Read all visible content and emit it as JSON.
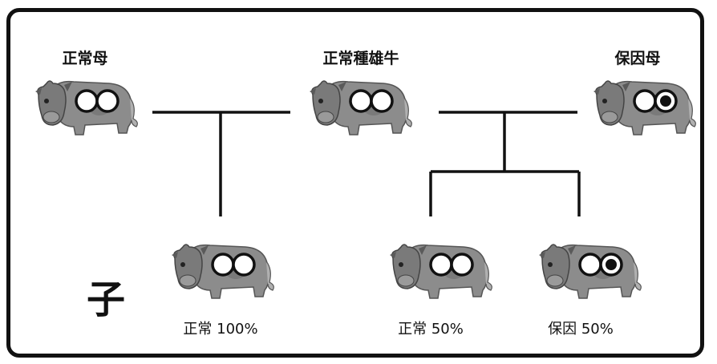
{
  "parents": [
    {
      "label": "正常母",
      "genotype": "normal"
    },
    {
      "label": "正常種雄牛",
      "genotype": "normal"
    },
    {
      "label": "保因母",
      "genotype": "carrier"
    }
  ],
  "child_marker": "子",
  "offspring": [
    {
      "label": "正常 100%",
      "genotype": "normal"
    },
    {
      "label": "正常 50%",
      "genotype": "normal"
    },
    {
      "label": "保因 50%",
      "genotype": "carrier"
    }
  ],
  "colors": {
    "line": "#111111",
    "cow_body": "#8c8c8c",
    "cow_dark": "#6e6e6e",
    "allele_fill_normal": "#ffffff",
    "allele_fill_carrier": "#111111"
  },
  "icons": [
    "cow-icon",
    "allele-circle-icon"
  ]
}
